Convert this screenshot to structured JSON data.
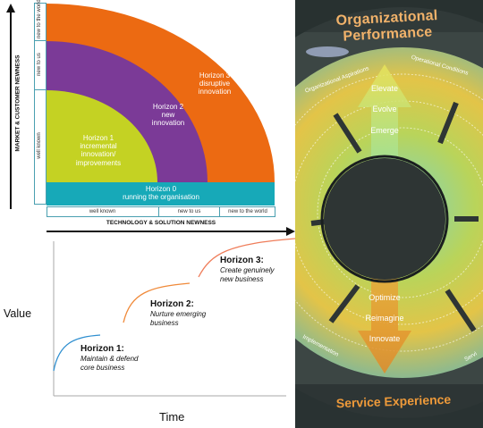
{
  "horizons_top": {
    "y_axis_label": "MARKET & CUSTOMER NEWNESS",
    "x_axis_label": "TECHNOLOGY & SOLUTION NEWNESS",
    "y_levels": [
      "well known",
      "new to us",
      "new to the world"
    ],
    "x_levels": [
      "well known",
      "new to us",
      "new to the world"
    ],
    "h0": {
      "title": "Horizon 0",
      "desc": "running the organisation"
    },
    "h1": {
      "title": "Horizon 1",
      "l1": "incremental",
      "l2": "innovation/",
      "l3": "improvements"
    },
    "h2": {
      "title": "Horizon 2",
      "l1": "new",
      "l2": "innovation"
    },
    "h3": {
      "title": "Horizon 3",
      "l1": "disruptive",
      "l2": "innovation"
    },
    "colors": {
      "h0": "#17a9b8",
      "h1": "#c4d223",
      "h2": "#7b3a97",
      "h3": "#ec6a12"
    }
  },
  "horizons_curve": {
    "y_label": "Value",
    "x_label": "Time",
    "h1": {
      "title": "Horizon 1:",
      "l1": "Maintain & defend",
      "l2": "core business"
    },
    "h2": {
      "title": "Horizon 2:",
      "l1": "Nurture emerging",
      "l2": "business"
    },
    "h3": {
      "title": "Horizon 3:",
      "l1": "Create genuinely",
      "l2": "new business"
    },
    "colors": {
      "h1": "#2f8fd0",
      "h2": "#f08a3a",
      "h3": "#ef7d5a"
    }
  },
  "wheel": {
    "top_title": "Organizational Performance",
    "bottom_title": "Service Experience",
    "seg_top_left": "Organizational Aspirations",
    "seg_top_right": "Operational Conditions",
    "seg_bottom_left": "Implementation",
    "seg_bottom_right": "Servi",
    "up_words": [
      "Elevate",
      "Evolve",
      "Emerge"
    ],
    "down_words": [
      "Optimize",
      "Reimagine",
      "Innovate"
    ]
  }
}
